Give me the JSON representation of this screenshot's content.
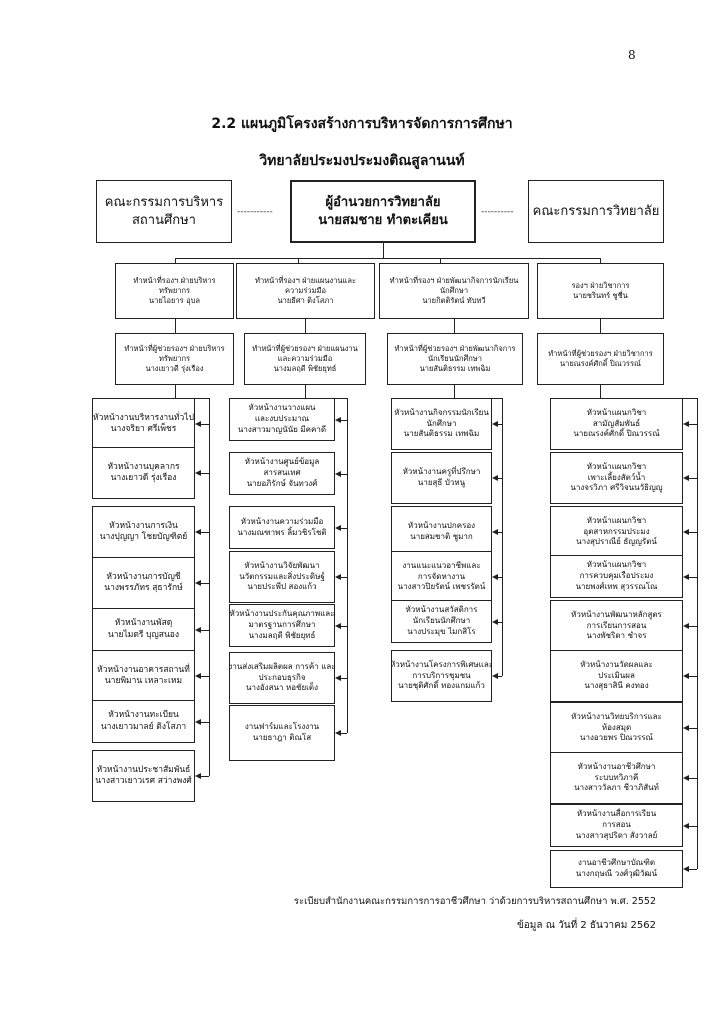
{
  "page_number": "8",
  "title": "2.2 แผนภูมิโครงสร้างการบริหารจัดการการศึกษา",
  "subtitle": "วิทยาลัยประมงประมงติณสูลานนท์",
  "top": {
    "left": [
      "คณะกรรมการบริหาร",
      "สถานศึกษา"
    ],
    "center": [
      "ผู้อำนวยการวิทยาลัย",
      "นายสมชาย  ทำตะเคียน"
    ],
    "right": [
      "คณะกรรมการวิทยาลัย"
    ],
    "dash_left": "-----------",
    "dash_right": "----------"
  },
  "deputies": [
    [
      "ทำหน้าที่รองฯ ฝ่ายบริหาร",
      "ทรัพยากร",
      "นายไอยาร  อุบล"
    ],
    [
      "ทำหน้าที่รองฯ ฝ่ายแผนงานและ",
      "ความร่วมมือ",
      "นายธีศา  ติงโสภา"
    ],
    [
      "ทำหน้าที่รองฯ ฝ่ายพัฒนากิจการนักเรียน",
      "นักศึกษา",
      "นายกิตติรัตน์  ทับทวี"
    ],
    [
      "รองฯ ฝ่ายวิชาการ",
      "นายชรินทร์  ชูชื่น"
    ]
  ],
  "assistants": [
    [
      "ทำหน้าที่ผู้ช่วยรองฯ ฝ่ายบริหาร",
      "ทรัพยากร",
      "นางเยาวดี  รุ่งเรือง"
    ],
    [
      "ทำหน้าที่ผู้ช่วยรองฯ ฝ่ายแผนงาน",
      "และความร่วมมือ",
      "นางมลฤดี  พิชัยยุทธ์"
    ],
    [
      "ทำหน้าที่ผู้ช่วยรองฯ ฝ่ายพัฒนากิจการ",
      "นักเรียนนักศึกษา",
      "นายสันติธรรม  เทพฉิม"
    ],
    [
      "ทำหน้าที่ผู้ช่วยรองฯ ฝ่ายวิชาการ",
      "นายณรงค์ศักดิ์  ปิณวรรณ์"
    ]
  ],
  "col1": [
    [
      "หัวหน้างานบริหารงานทั่วไป",
      "นางจริยา  ศรีเพ็ชร"
    ],
    [
      "หัวหน้างานบุคลากร",
      "นางเยาวดี  รุ่งเรือง"
    ],
    [
      "หัวหน้างานการเงิน",
      "นางปุญญา  โชยบัญฑิตย์"
    ],
    [
      "หัวหน้างานการบัญชี",
      "นางพรรภัทร  สุธารักษ์"
    ],
    [
      "หัวหน้างานพัสดุ",
      "นายไมตรี  บุญสนอง"
    ],
    [
      "หัวหน้างานอาคารสถานที่",
      "นายพิมาน  เหลาะเหม"
    ],
    [
      "หัวหน้างานทะเบียน",
      "นางเยาวมาลย์  ติงโสภา"
    ],
    [
      "หัวหน้างานประชาสัมพันธ์",
      "นางสาวเยาวเรศ  สว่างพงศ์"
    ]
  ],
  "col2": [
    [
      "หัวหน้างานวางแผน",
      "และงบประมาณ",
      "นางสาวมาญนันัย  มีคคาดี"
    ],
    [
      "หัวหน้างานศูนย์ข้อมูล",
      "สารสนเทศ",
      "นายอภิรักษ์  จันทวงศ์"
    ],
    [
      "หัวหน้างานความร่วมมือ",
      "นางมณฑาพร  ลิ้มวชิรโชติ"
    ],
    [
      "หัวหน้างานวิจัยพัฒนา",
      "นวัตกรรมและสิ่งประดิษฐ์",
      "นายประพีป  สองแก้ว"
    ],
    [
      "หัวหน้างานประกันคุณภาพและ",
      "มาตรฐานการศึกษา",
      "นางมลฤดี  พิชัยยุทธ์"
    ],
    [
      "งานส่งเสริมผลิตผล การค้า และ",
      "ประกอบธุรกิจ",
      "นางอังสนา  หอชัยเต็ง"
    ],
    [
      "งานฟาร์มและโรงงาน",
      "นายธาฎา  ติณโส"
    ]
  ],
  "col3": [
    [
      "หัวหน้างานกิจกรรมนักเรียน",
      "นักศึกษา",
      "นายสันติธรรม  เทพฉิม"
    ],
    [
      "หัวหน้างานครูที่ปรึกษา",
      "นายสุธี  บัวหนู"
    ],
    [
      "หัวหน้างานปกครอง",
      "นายสมชาติ  ชูมาก"
    ],
    [
      "งานแนะแนวอาชีพและ",
      "การจัดหางาน",
      "นางสาวปิยรัตน์  เพชรรัตน์"
    ],
    [
      "หัวหน้างานสวัสดิการ",
      "นักเรียนนักศึกษา",
      "นางประมุข  ไมกสิโร"
    ],
    [
      "หัวหน้างานโครงการพิเศษและ",
      "การบริการชุมชน",
      "นายชุติศักดิ์  ทองแกมแก้ว"
    ]
  ],
  "col4": [
    [
      "หัวหน้าแผนกวิชา",
      "สามัญสัมพันธ์",
      "นายณรงค์ศักดิ์  ปิณวรรณ์"
    ],
    [
      "หัวหน้าแผนกวิชา",
      "เพาะเลี้ยงสัตว์น้ำ",
      "นางจรวิภา  ศรีวิจนนวัธิญญู"
    ],
    [
      "หัวหน้าแผนกวิชา",
      "อุตสาหกรรมประมง",
      "นางสุปราณีย์  ธัญญรัตน์"
    ],
    [
      "หัวหน้าแผนกวิชา",
      "การควบคุมเรือประมง",
      "นายพงศ์เทพ  สุวรรณโณ"
    ],
    [
      "หัวหน้างานพัฒนาหลักสูตร",
      "การเรียนการสอน",
      "นางพัชริดา  ชำจร"
    ],
    [
      "หัวหน้างานวัดผลและ",
      "ประเมินผล",
      "นางสุธาสินี  คงทอง"
    ],
    [
      "หัวหน้างานวิทยบริการและ",
      "ห้องสมุด",
      "นางอวยพร  ปิณวรรณ์"
    ],
    [
      "หัวหน้างานอาชีวศึกษา",
      "ระบบทวิภาคี",
      "นางสาววัลภา  ชีวาภิสันท์"
    ],
    [
      "หัวหน้างานสื่อการเรียน",
      "การสอน",
      "นางสาวสุปริดา  สังวาลย์"
    ],
    [
      "งานอาชีวศึกษาบัณฑิต",
      "นางกฤษณี  วงศ์วุฒิวัฒน์"
    ]
  ],
  "footer": {
    "line1": "ระเบียบสำนักงานคณะกรรมการการอาชีวศึกษา ว่าด้วยการบริหารสถานศึกษา พ.ศ. 2552",
    "line2": "ข้อมูล ณ วันที่  2  ธันวาคม  2562"
  }
}
